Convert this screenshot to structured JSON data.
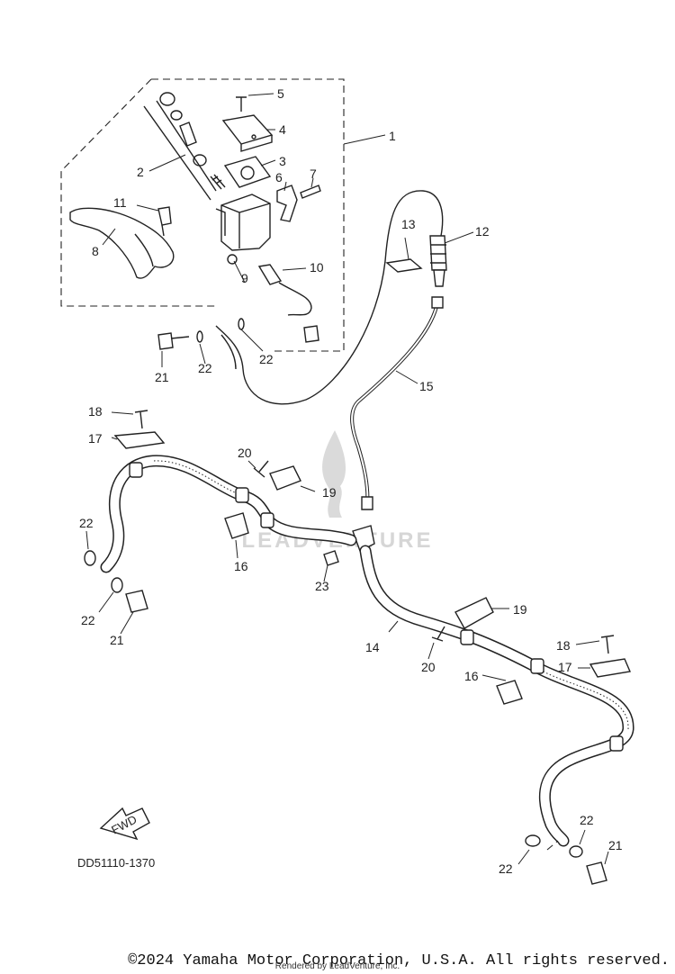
{
  "diagram": {
    "code": "DD51110-1370",
    "fwd_label": "FWD",
    "watermark": "LEADVENTURE",
    "callouts": [
      {
        "id": "c1",
        "label": "1"
      },
      {
        "id": "c2",
        "label": "2"
      },
      {
        "id": "c3",
        "label": "3"
      },
      {
        "id": "c4",
        "label": "4"
      },
      {
        "id": "c5",
        "label": "5"
      },
      {
        "id": "c6",
        "label": "6"
      },
      {
        "id": "c7",
        "label": "7"
      },
      {
        "id": "c8",
        "label": "8"
      },
      {
        "id": "c9",
        "label": "9"
      },
      {
        "id": "c10",
        "label": "10"
      },
      {
        "id": "c11",
        "label": "11"
      },
      {
        "id": "c12",
        "label": "12"
      },
      {
        "id": "c13",
        "label": "13"
      },
      {
        "id": "c14",
        "label": "14"
      },
      {
        "id": "c15",
        "label": "15"
      },
      {
        "id": "c16a",
        "label": "16"
      },
      {
        "id": "c16b",
        "label": "16"
      },
      {
        "id": "c17a",
        "label": "17"
      },
      {
        "id": "c17b",
        "label": "17"
      },
      {
        "id": "c18a",
        "label": "18"
      },
      {
        "id": "c18b",
        "label": "18"
      },
      {
        "id": "c19a",
        "label": "19"
      },
      {
        "id": "c19b",
        "label": "19"
      },
      {
        "id": "c20a",
        "label": "20"
      },
      {
        "id": "c20b",
        "label": "20"
      },
      {
        "id": "c21a",
        "label": "21"
      },
      {
        "id": "c21b",
        "label": "21"
      },
      {
        "id": "c21c",
        "label": "21"
      },
      {
        "id": "c22a",
        "label": "22"
      },
      {
        "id": "c22b",
        "label": "22"
      },
      {
        "id": "c22c",
        "label": "22"
      },
      {
        "id": "c22d",
        "label": "22"
      },
      {
        "id": "c22e",
        "label": "22"
      },
      {
        "id": "c22f",
        "label": "22"
      },
      {
        "id": "c23",
        "label": "23"
      }
    ]
  },
  "footer": {
    "copyright": "©2024 Yamaha Motor Corporation, U.S.A. All rights reserved.",
    "rendered_by": "Rendered by LeadVenture, Inc."
  }
}
